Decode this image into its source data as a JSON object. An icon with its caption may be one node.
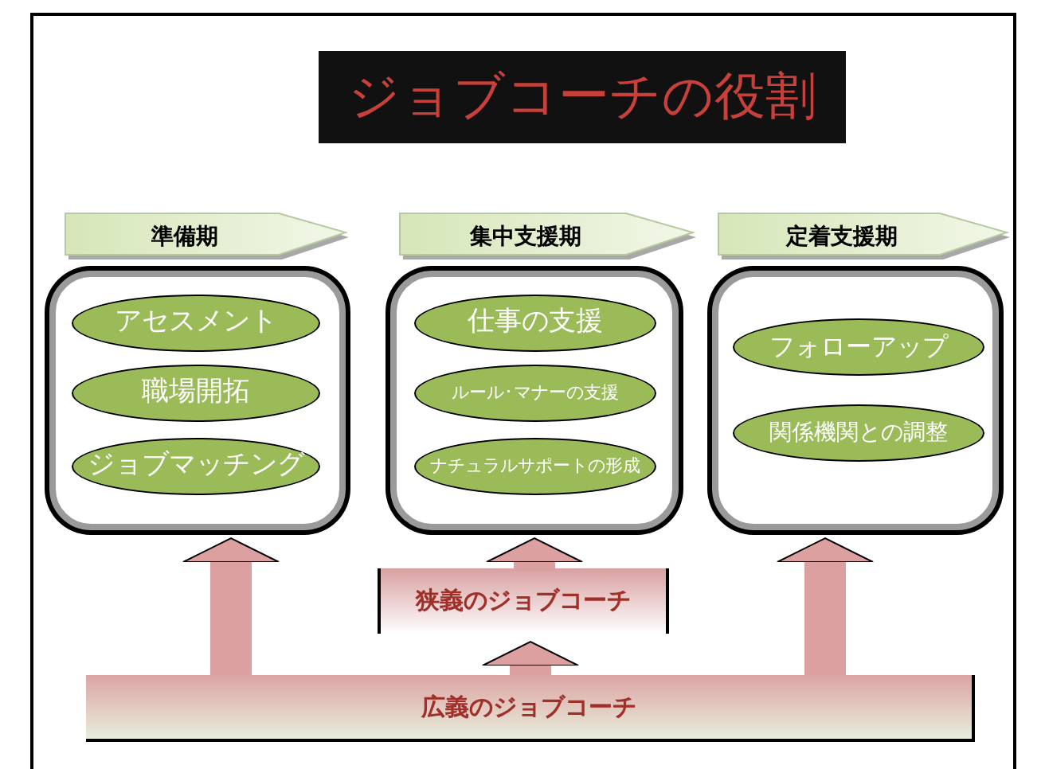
{
  "diagram": {
    "title": "ジョブコーチの役割",
    "nodes": [
      {
        "text": [
          "準備期"
        ]
      },
      {
        "text": [
          "集中支援期"
        ]
      },
      {
        "text": [
          "定着支援期"
        ]
      },
      {
        "text": [],
        "shape": "box"
      },
      {
        "text": [
          "アセスメント"
        ],
        "in": 3
      },
      {
        "text": [
          "職場開拓"
        ],
        "in": 3
      },
      {
        "text": [
          "ジョブマッチング"
        ],
        "in": 3
      },
      {
        "text": [],
        "shape": "box"
      },
      {
        "text": [
          "仕事の支援"
        ],
        "in": 7
      },
      {
        "text": [
          "ルール･マナーの支援"
        ],
        "in": 7
      },
      {
        "text": [
          "ナチュラルサポートの形成"
        ],
        "in": 7
      },
      {
        "text": [],
        "shape": "box"
      },
      {
        "text": [
          "フォローアップ"
        ],
        "in": 11
      },
      {
        "text": [
          "関係機関との調整"
        ],
        "in": 11
      },
      {
        "text": [
          "狭義のジョブコーチ"
        ]
      },
      {
        "text": [
          "広義のジョブコーチ"
        ]
      }
    ],
    "edges": [
      {
        "from": 14,
        "to": 7,
        "arrow": "to"
      },
      {
        "from": 15,
        "to": 3,
        "arrow": "to"
      },
      {
        "from": 15,
        "to": 14,
        "arrow": "to"
      },
      {
        "from": 15,
        "to": 11,
        "arrow": "to"
      }
    ]
  }
}
